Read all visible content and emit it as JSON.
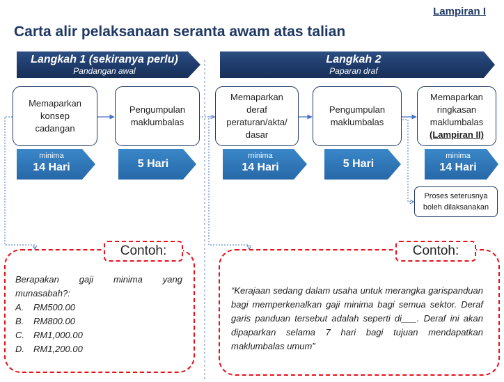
{
  "header": {
    "lampiran": "Lampiran I",
    "title": "Carta alir pelaksanaan seranta awam atas talian"
  },
  "steps": [
    {
      "heading": "Langkah 1 (sekiranya perlu)",
      "sub": "Pandangan awal"
    },
    {
      "heading": "Langkah 2",
      "sub": "Paparan draf"
    }
  ],
  "boxes": [
    {
      "lines": [
        "Memaparkan",
        "konsep",
        "cadangan"
      ]
    },
    {
      "lines": [
        "Pengumpulan",
        "maklumbalas"
      ]
    },
    {
      "lines": [
        "Memaparkan",
        "deraf",
        "peraturan/akta/",
        "dasar"
      ]
    },
    {
      "lines": [
        "Pengumpulan",
        "maklumbalas"
      ]
    },
    {
      "lines": [
        "Memaparkan",
        "ringkasan",
        "maklumbalas"
      ],
      "link": "(Lampiran II)"
    }
  ],
  "durations": [
    {
      "min": "minima",
      "days": "14 Hari"
    },
    {
      "min": "",
      "days": "5 Hari"
    },
    {
      "min": "minima",
      "days": "14 Hari"
    },
    {
      "min": "",
      "days": "5 Hari"
    },
    {
      "min": "minima",
      "days": "14 Hari"
    }
  ],
  "next_step": [
    "Proses seterusnya",
    "boleh dilaksanakan"
  ],
  "example_left": {
    "tag": "Contoh:",
    "question_line1": "Berapakan gaji minima yang",
    "question_line2": "munasabah?:",
    "options": [
      {
        "letter": "A.",
        "text": "RM500.00"
      },
      {
        "letter": "B.",
        "text": "RM800.00"
      },
      {
        "letter": "C.",
        "text": "RM1,000.00"
      },
      {
        "letter": "D.",
        "text": "RM1,200.00"
      }
    ]
  },
  "example_right": {
    "tag": "Contoh:",
    "quote": "“Kerajaan sedang dalam usaha untuk merangka garispanduan bagi memperkenalkan gaji minima bagi semua sektor. Deraf garis panduan tersebut adalah seperti di___. Deraf ini akan dipaparkan selama 7 hari bagi tujuan mendapatkan maklumbalas umum”"
  },
  "colors": {
    "navy": "#1f3864",
    "chevron": "#2e75b6",
    "red": "#e8101a"
  }
}
